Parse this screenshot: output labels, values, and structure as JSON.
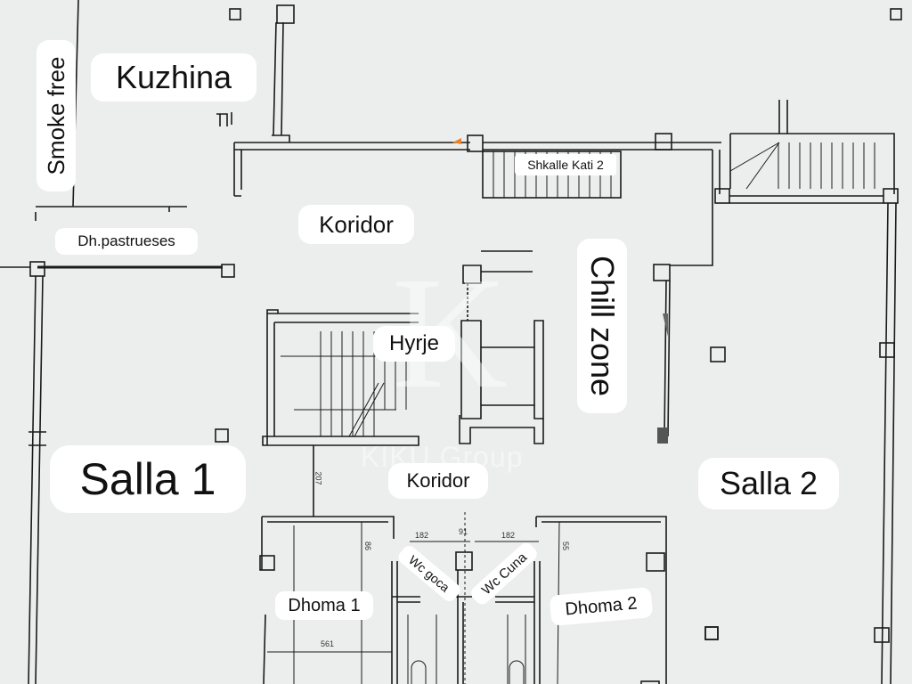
{
  "plan": {
    "watermark": {
      "monogram": "K",
      "text": "KIKU Group"
    },
    "rooms": {
      "smoke_free": "Smoke free",
      "kuzhina": "Kuzhina",
      "dh_pastrueses": "Dh.pastrueses",
      "koridor_top": "Koridor",
      "shkalle_kati_2": "Shkalle Kati 2",
      "chill_zone": "Chill zone",
      "hyrje": "Hyrje",
      "salla_1": "Salla 1",
      "koridor_bottom": "Koridor",
      "salla_2": "Salla 2",
      "wc_goca": "Wc goca",
      "wc_cuna": "Wc Cuna",
      "dhoma_1": "Dhoma 1",
      "dhoma_2": "Dhoma 2"
    },
    "dimensions": {
      "corridor_height": "207",
      "wc_left_width": "182",
      "wc_middle_width": "91",
      "wc_right_width": "182",
      "dhoma1_door": "86",
      "dhoma2_door": "55",
      "dhoma1_width": "561"
    },
    "colors": {
      "background": "#eceeee",
      "line": "#1a1a1a",
      "label_bg": "#ffffff",
      "accent_marker": "#e8832a"
    }
  }
}
